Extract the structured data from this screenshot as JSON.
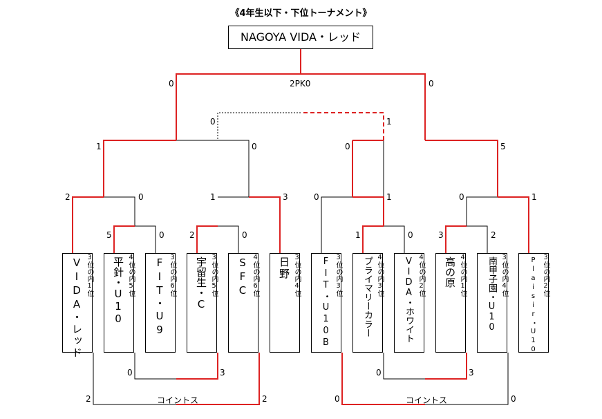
{
  "title": "《4年生以下・下位トーナメント》",
  "champion": "NAGOYA VIDA・レッド",
  "teams": [
    {
      "name": "VIDA・レッド",
      "rank": "3位の内1位"
    },
    {
      "name": "平針・U10",
      "rank": "4位の内5位"
    },
    {
      "name": "FIT・U9",
      "rank": "3位の内6位"
    },
    {
      "name": "宇留生・C",
      "rank": "3位の内5位"
    },
    {
      "name": "SFC",
      "rank": "4位の内6位"
    },
    {
      "name": "日野",
      "rank": "3位の内4位"
    },
    {
      "name": "FIT・U10B",
      "rank": "3位の内3位"
    },
    {
      "name": "プライマリーカラー",
      "rank": "4位の内3位"
    },
    {
      "name": "VIDA・ホワイト",
      "rank": "4位の内2位"
    },
    {
      "name": "高の原",
      "rank": "4位の内1位"
    },
    {
      "name": "南甲子園・U10",
      "rank": "3位の内4位"
    },
    {
      "name": "Plaisir・U10",
      "rank": "3位の内2位"
    }
  ],
  "scores": {
    "r1_a_left": "5",
    "r1_a_right": "0",
    "r1_b_left": "2",
    "r1_b_right": "0",
    "r1_c_left": "1",
    "r1_c_right": "0",
    "r1_d_left": "3",
    "r1_d_right": "2",
    "r2_a_left": "2",
    "r2_a_right": "0",
    "r2_b_left": "1",
    "r2_b_right": "3",
    "r2_c_left": "0",
    "r2_c_right": "1",
    "r2_d_left": "0",
    "r2_d_right": "1",
    "r3_a_left": "1",
    "r3_a_right": "0",
    "r3_b_left": "0",
    "r3_b_right": "5",
    "semi_left": "0",
    "semi_right": "1",
    "final_left": "0",
    "final_right": "0",
    "final_pk": "2PK0",
    "bottom_a_left": "0",
    "bottom_a_right": "3",
    "bottom_b_left": "0",
    "bottom_b_right": "3",
    "coin_a_left": "2",
    "coin_a_right": "2",
    "coin_b_left": "0",
    "coin_b_right": "0"
  },
  "coin_label": "コイントス",
  "colors": {
    "winner_line": "#dd2222",
    "loser_line": "#000000"
  }
}
